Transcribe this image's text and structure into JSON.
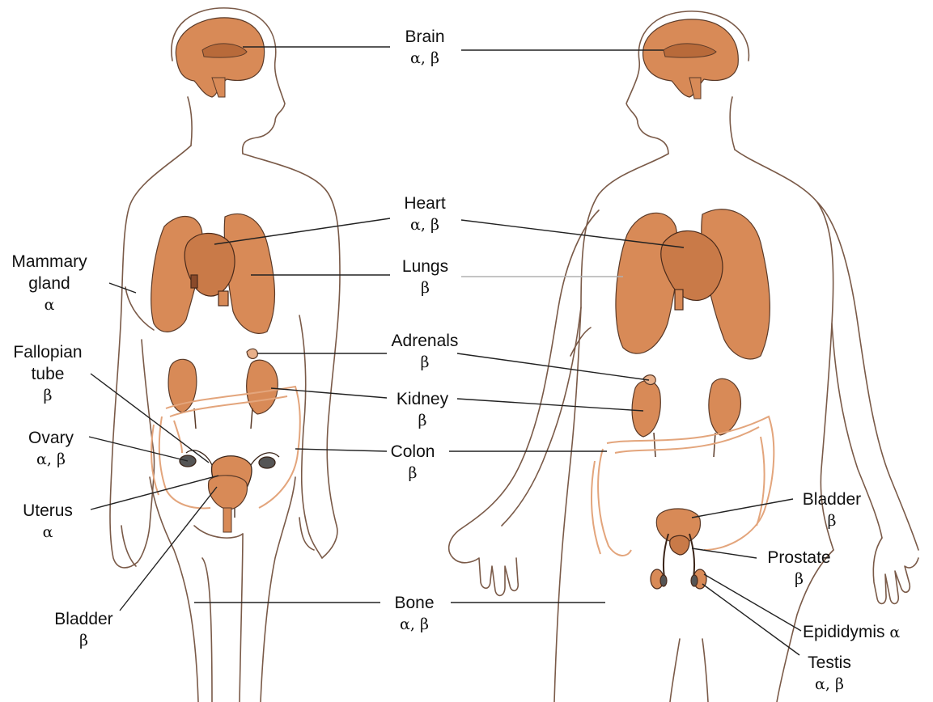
{
  "colors": {
    "organ_fill": "#d88a57",
    "organ_dark": "#b86a3a",
    "body_outline": "#7a5a48",
    "leader_line": "#222222",
    "colon_stroke": "#e3a57c"
  },
  "labels": {
    "brain": {
      "name": "Brain",
      "receptors": "α, β"
    },
    "heart": {
      "name": "Heart",
      "receptors": "α, β"
    },
    "lungs": {
      "name": "Lungs",
      "receptors": "β"
    },
    "adrenals": {
      "name": "Adrenals",
      "receptors": "β"
    },
    "kidney": {
      "name": "Kidney",
      "receptors": "β"
    },
    "colon": {
      "name": "Colon",
      "receptors": "β"
    },
    "bone": {
      "name": "Bone",
      "receptors": "α, β"
    },
    "mammary": {
      "name_line1": "Mammary",
      "name_line2": "gland",
      "receptors": "α"
    },
    "fallopian": {
      "name_line1": "Fallopian",
      "name_line2": "tube",
      "receptors": "β"
    },
    "ovary": {
      "name": "Ovary",
      "receptors": "α, β"
    },
    "uterus": {
      "name": "Uterus",
      "receptors": "α"
    },
    "bladder_f": {
      "name": "Bladder",
      "receptors": "β"
    },
    "bladder_m": {
      "name": "Bladder",
      "receptors": "β"
    },
    "prostate": {
      "name": "Prostate",
      "receptors": "β"
    },
    "epididymis": {
      "name": "Epididymis",
      "receptors": "α"
    },
    "testis": {
      "name": "Testis",
      "receptors": "α, β"
    }
  }
}
